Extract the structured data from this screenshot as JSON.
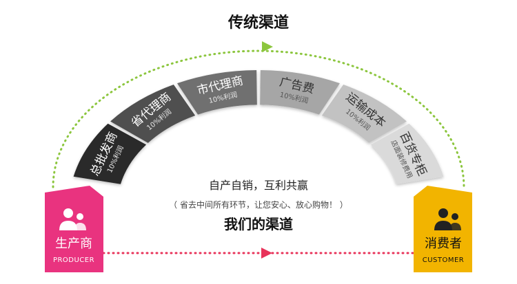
{
  "titles": {
    "top": "传统渠道",
    "bottom": "我们的渠道"
  },
  "center": {
    "line1": "自产自销，互利共赢",
    "line2": "（ 省去中间所有环节，让您安心、放心购物！ ）"
  },
  "producer": {
    "name_cn": "生产商",
    "name_en": "PRODUCER",
    "color": "#e9337f"
  },
  "consumer": {
    "name_cn": "消费者",
    "name_en": "CUSTOMER",
    "color": "#f2b400"
  },
  "segments": [
    {
      "title": "总批发商",
      "sub": "10%利润",
      "color": "#2c2c2c"
    },
    {
      "title": "省代理商",
      "sub": "10%利润",
      "color": "#505050"
    },
    {
      "title": "市代理商",
      "sub": "10%利润",
      "color": "#6f6f6f"
    },
    {
      "title": "广告费",
      "sub": "10%利润",
      "color": "#a6a6a6"
    },
    {
      "title": "运输成本",
      "sub": "10%利润",
      "color": "#c2c2c2"
    },
    {
      "title": "百货专柜",
      "sub": "店面装修费用",
      "color": "#dadada"
    }
  ],
  "colors": {
    "top_dashes": "#8cc63e",
    "bottom_dashes": "#e8335a"
  }
}
